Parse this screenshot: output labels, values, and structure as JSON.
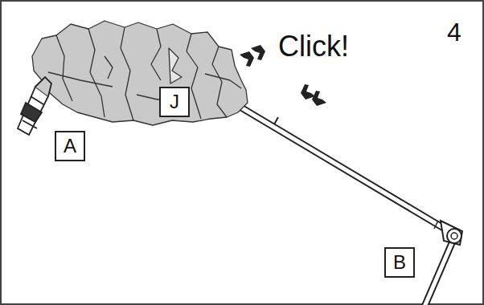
{
  "diagram": {
    "nodes": [
      {
        "text": [
          "J"
        ]
      },
      {
        "text": [
          "A"
        ]
      },
      {
        "text": [
          "B"
        ]
      }
    ],
    "labels": [
      "4",
      "Click!"
    ]
  }
}
